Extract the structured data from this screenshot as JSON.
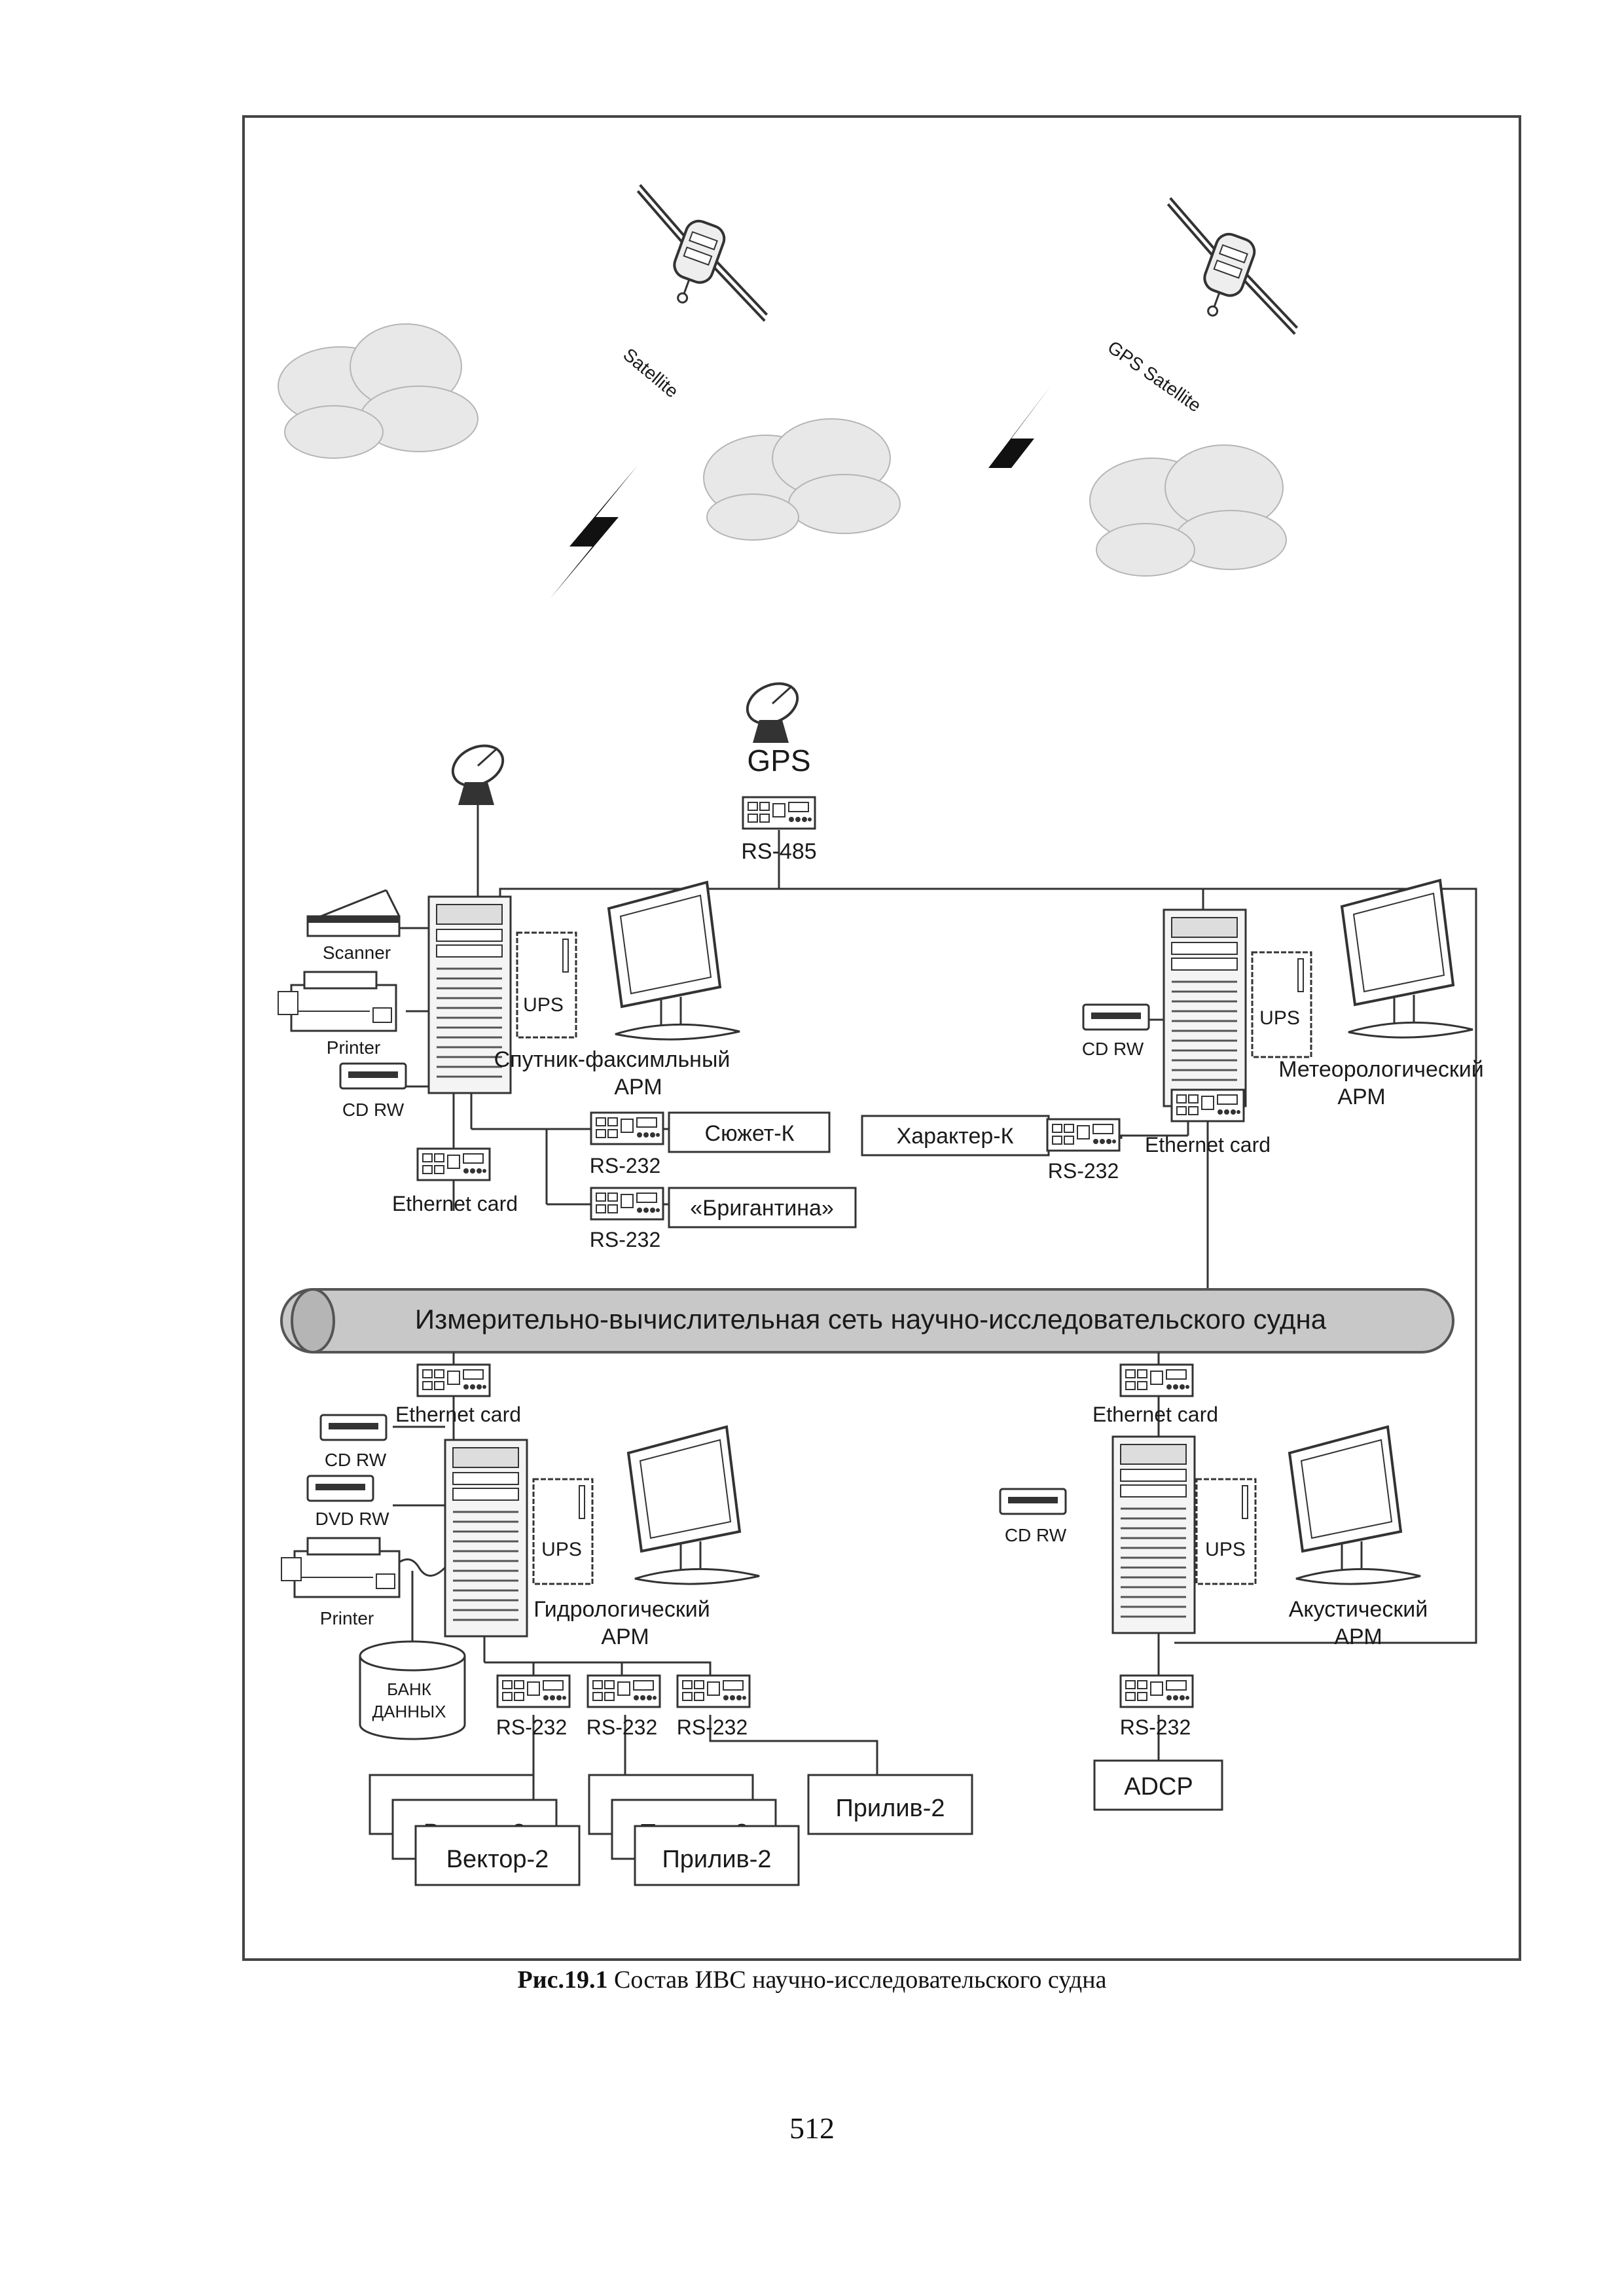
{
  "satellites": {
    "satellite": "Satellite",
    "gps_satellite": "GPS Satellite"
  },
  "gps": {
    "label": "GPS",
    "port": "RS-485"
  },
  "satfax": {
    "scanner": "Scanner",
    "printer": "Printer",
    "cdrw": "CD RW",
    "ups": "UPS",
    "name_line1": "Спутник-факсимльный",
    "name_line2": "АРМ",
    "ethernet": "Ethernet card"
  },
  "meteo": {
    "cdrw": "CD RW",
    "ups": "UPS",
    "name_line1": "Метеорологический",
    "name_line2": "АРМ",
    "ethernet": "Ethernet card"
  },
  "sensors_top": {
    "syuzhet": "Сюжет-К",
    "syuzhet_port": "RS-232",
    "brigantina": "«Бригантина»",
    "brigantina_port": "RS-232",
    "kharakter": "Характер-К",
    "kharakter_port": "RS-232"
  },
  "network": {
    "label": "Измерительно-вычислительная сеть научно-исследовательского судна"
  },
  "hydro": {
    "ethernet": "Ethernet card",
    "cdrw": "CD RW",
    "dvdrw": "DVD RW",
    "printer": "Printer",
    "ups": "UPS",
    "name_line1": "Гидрологический",
    "name_line2": "АРМ",
    "db_line1": "БАНК",
    "db_line2": "ДАННЫХ",
    "port1": "RS-232",
    "port2": "RS-232",
    "port3": "RS-232"
  },
  "acoustic": {
    "ethernet": "Ethernet card",
    "cdrw": "CD RW",
    "ups": "UPS",
    "name_line1": "Акустический",
    "name_line2": "АРМ",
    "port": "RS-232",
    "adcp": "ADCP"
  },
  "instruments": {
    "vektor_1": "Вектор-2",
    "vektor_2": "Вектор-2",
    "vektor_3": "Вектор-2",
    "priliv_1": "Прилив-2",
    "priliv_2": "Прилив-2",
    "priliv_3": "Прилив-2",
    "priliv_single": "Прилив-2"
  },
  "caption": {
    "label": "Рис.19.1",
    "text": " Состав ИВС научно-исследовательского судна"
  },
  "page_number": "512"
}
